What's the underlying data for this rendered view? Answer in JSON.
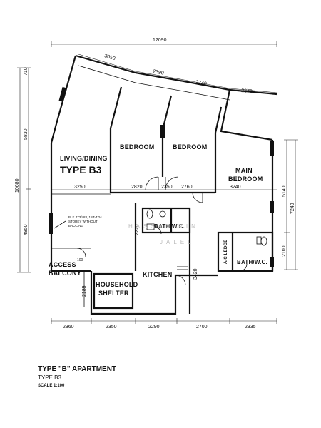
{
  "dimensions": {
    "top_overall": "12090",
    "top_1": "3050",
    "top_2": "2390",
    "top_3": "2740",
    "top_4": "2870",
    "left_top_small": "710",
    "left_upper": "5830",
    "left_overall": "10680",
    "left_lower": "4850",
    "mid_1": "3250",
    "mid_2": "2820",
    "mid_3": "2350",
    "mid_4": "2760",
    "mid_5": "3240",
    "right_upper": "5140",
    "right_overall": "7240",
    "right_lower": "2100",
    "inner_2220": "2220",
    "inner_3420": "3420",
    "inner_2185": "2185",
    "bottom_1": "2360",
    "bottom_2": "2350",
    "bottom_3": "2290",
    "bottom_4": "2700",
    "bottom_5": "2335",
    "door_100": "100"
  },
  "rooms": {
    "living_dining": "LIVING/DINING",
    "type_label": "TYPE B3",
    "bedroom_1": "BEDROOM",
    "bedroom_2": "BEDROOM",
    "main_bedroom_line1": "MAIN",
    "main_bedroom_line2": "BEDROOM",
    "bath_wc_1": "BATH/W.C.",
    "bath_wc_2": "BATH/W.C.",
    "ac_ledge": "A/C LEDGE",
    "access_balcony_line1": "ACCESS",
    "access_balcony_line2": "BALCONY",
    "kitchen": "KITCHEN",
    "household_shelter_line1": "HOUSEHOLD",
    "household_shelter_line2": "SHELTER"
  },
  "notes": {
    "note_line1": "BLK 473/483, 1ST-4TH",
    "note_line2": "STOREY WITHOUT",
    "note_line3": "BROCING"
  },
  "watermark": {
    "line1": "HASSAN RIN",
    "line2": "JALEL"
  },
  "title": {
    "main": "TYPE \"B\" APARTMENT",
    "sub": "TYPE B3",
    "scale": "SCALE 1:100"
  }
}
